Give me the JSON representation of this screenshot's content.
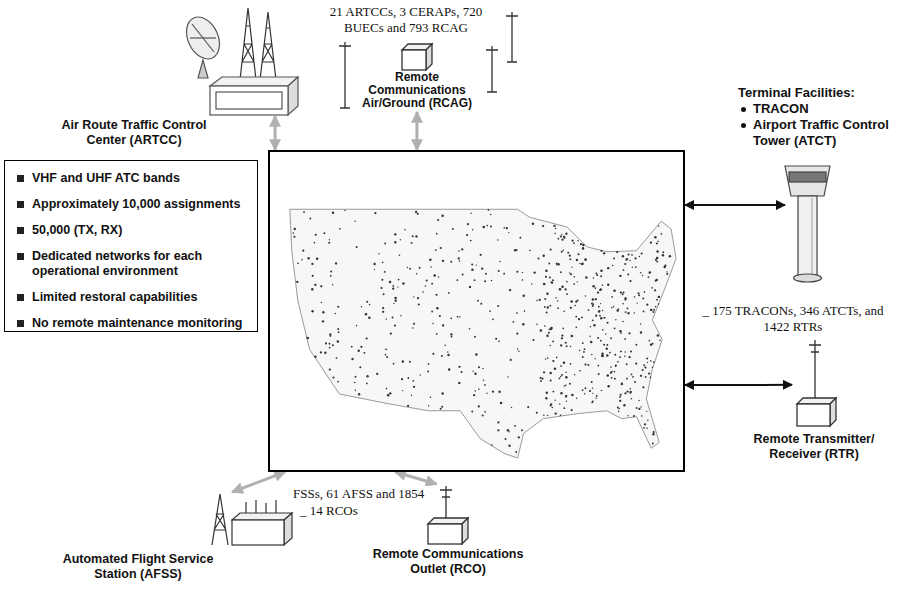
{
  "diagram": {
    "nodes": [
      {
        "text": [
          "Air Route Traffic Control Center (ARTCC)"
        ]
      },
      {
        "text": [
          "Remote Communications Air/Ground (RCAG)"
        ]
      },
      {
        "text": [
          "Terminal Facilities:",
          "TRACON",
          "Airport Traffic Control Tower (ATCT)"
        ]
      },
      {
        "text": [
          "VHF and UHF ATC bands",
          "Approximately 10,000 assignments",
          "50,000 (TX, RX)",
          "Dedicated networks for each operational environment",
          "Limited restoral capabilities",
          "No remote maintenance monitoring"
        ]
      },
      {
        "text": []
      },
      {
        "text": [
          "Remote Transmitter/ Receiver (RTR)"
        ]
      },
      {
        "text": [
          "Automated Flight Service Station (AFSS)"
        ]
      },
      {
        "text": [
          "Remote Communications Outlet (RCO)"
        ]
      }
    ],
    "edges": [
      {
        "from": 0,
        "to": 4,
        "arrow": "both"
      },
      {
        "from": 1,
        "to": 4,
        "arrow": "both"
      },
      {
        "from": 2,
        "to": 4,
        "arrow": "both"
      },
      {
        "from": 5,
        "to": 4,
        "arrow": "both"
      },
      {
        "from": 6,
        "to": 4,
        "arrow": "both"
      },
      {
        "from": 7,
        "to": 4,
        "arrow": "both"
      }
    ],
    "labels": [
      "21 ARTCCs, 3 CERAPs, 720 BUECs and 793 RCAG",
      "_ 175 TRACONs, 346 ATCTs, and 1422 RTRs",
      "FSSs, 61 AFSS and 1854",
      "_ 14 RCOs"
    ]
  }
}
